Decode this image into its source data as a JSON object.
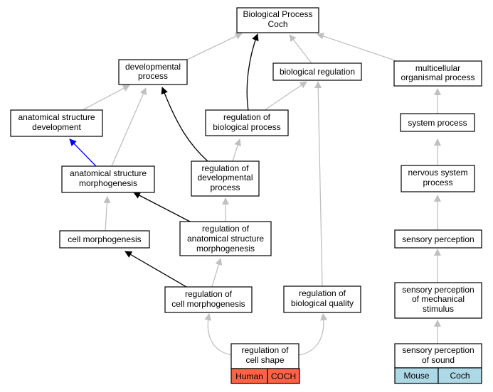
{
  "colors": {
    "edge_default": "#c0c0c0",
    "edge_strong": "#000000",
    "edge_blue": "#0000ff",
    "human_tag": "#ff6347",
    "mouse_tag": "#add8e6"
  },
  "nodes": {
    "root": {
      "lines": [
        "Biological Process",
        "Coch"
      ]
    },
    "developmental_process": {
      "lines": [
        "developmental",
        "process"
      ]
    },
    "biological_regulation": {
      "lines": [
        "biological regulation"
      ]
    },
    "multicellular_process": {
      "lines": [
        "multicellular",
        "organismal process"
      ]
    },
    "anatomical_structure_development": {
      "lines": [
        "anatomical structure",
        "development"
      ]
    },
    "regulation_biological_process": {
      "lines": [
        "regulation of",
        "biological process"
      ]
    },
    "system_process": {
      "lines": [
        "system process"
      ]
    },
    "anatomical_structure_morphogenesis": {
      "lines": [
        "anatomical structure",
        "morphogenesis"
      ]
    },
    "regulation_developmental_process": {
      "lines": [
        "regulation of",
        "developmental",
        "process"
      ]
    },
    "nervous_system_process": {
      "lines": [
        "nervous system",
        "process"
      ]
    },
    "cell_morphogenesis": {
      "lines": [
        "cell morphogenesis"
      ]
    },
    "regulation_anatomical_structure_morphogenesis": {
      "lines": [
        "regulation of",
        "anatomical structure",
        "morphogenesis"
      ]
    },
    "sensory_perception": {
      "lines": [
        "sensory perception"
      ]
    },
    "regulation_cell_morphogenesis": {
      "lines": [
        "regulation of",
        "cell morphogenesis"
      ]
    },
    "regulation_biological_quality": {
      "lines": [
        "regulation of",
        "biological quality"
      ]
    },
    "sensory_perception_mechanical": {
      "lines": [
        "sensory perception",
        "of mechanical",
        "stimulus"
      ]
    },
    "regulation_cell_shape": {
      "lines": [
        "regulation of",
        "cell shape"
      ],
      "tags": [
        "Human",
        "COCH"
      ]
    },
    "sensory_perception_sound": {
      "lines": [
        "sensory perception",
        "of sound"
      ],
      "tags": [
        "Mouse",
        "Coch"
      ]
    }
  }
}
